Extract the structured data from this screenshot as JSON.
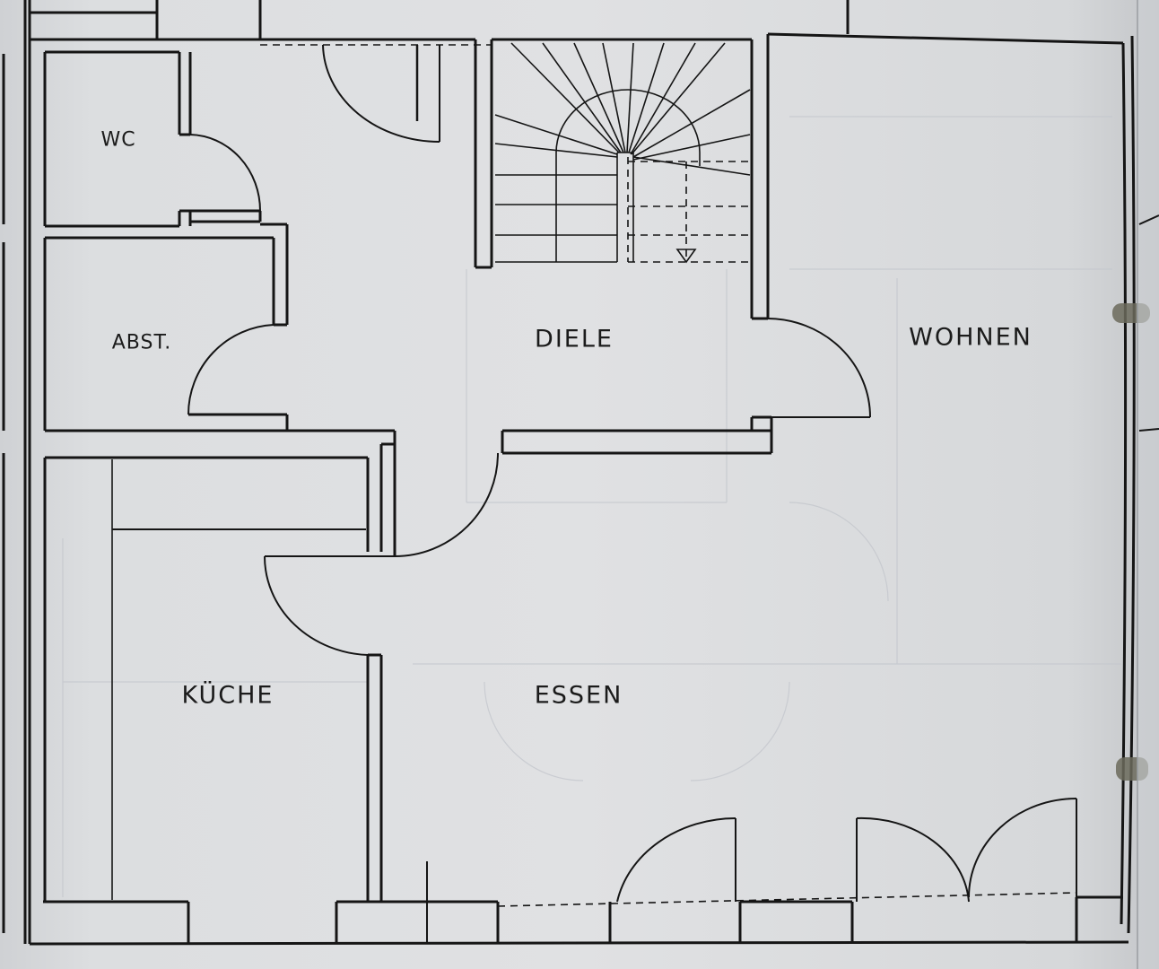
{
  "rooms": {
    "wc": "WC",
    "abst": "ABST.",
    "diele": "DIELE",
    "wohnen": "WOHNEN",
    "kueche": "KÜCHE",
    "essen": "ESSEN"
  },
  "colors": {
    "ink": "#151515",
    "paper": "#dfe0e2",
    "grid_faint": "#b9bcc3",
    "ring_binder": "#6b6a5c"
  }
}
